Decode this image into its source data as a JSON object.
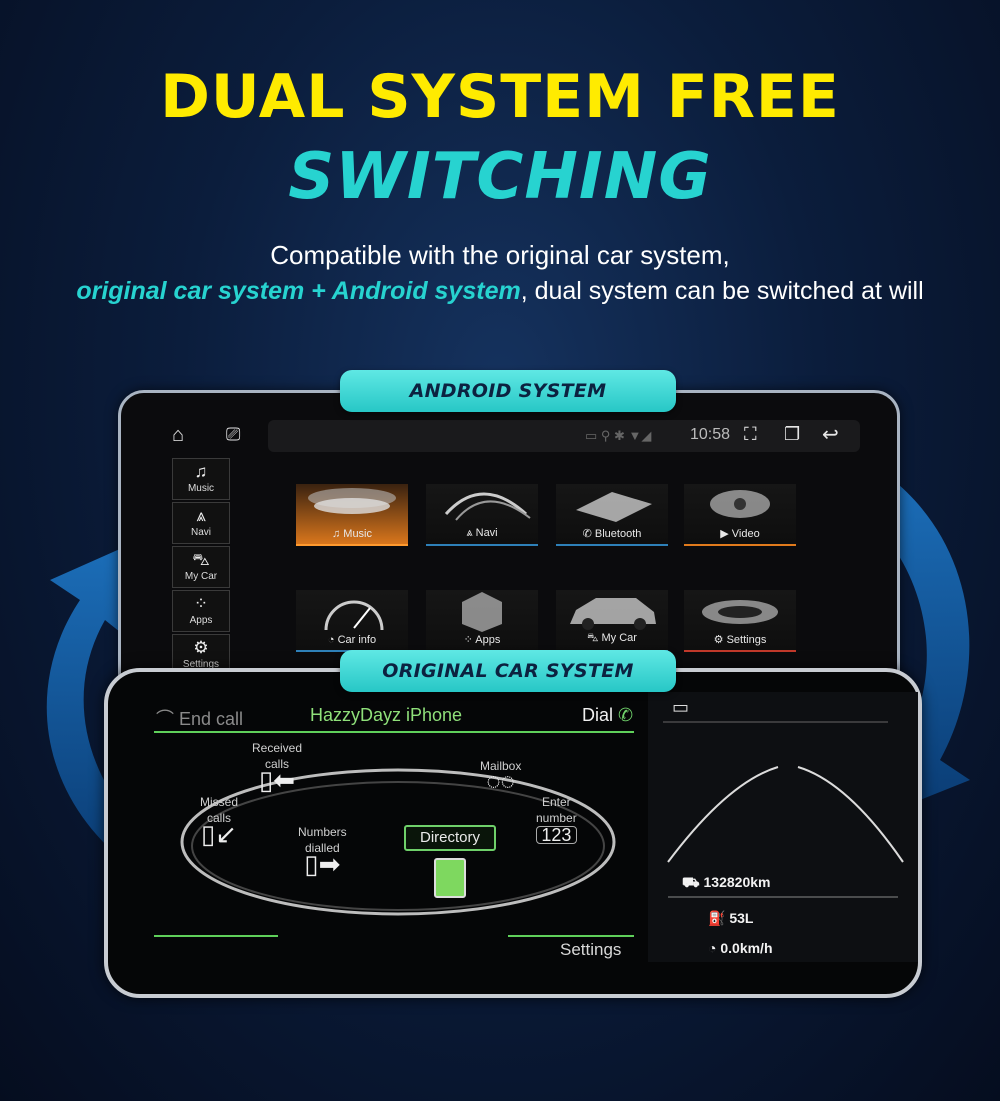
{
  "headline": {
    "line1": "DUAL SYSTEM FREE",
    "line2": "SWITCHING"
  },
  "subtitle": {
    "line1": "Compatible with the original car system,",
    "line2_highlight": "original car system + Android system",
    "line2_rest": ", dual system can be switched at will"
  },
  "badges": {
    "android": "ANDROID SYSTEM",
    "original": "ORIGINAL CAR SYSTEM"
  },
  "android": {
    "status_time": "10:58",
    "icons": [
      "home-icon",
      "cast-icon",
      "screenshot-icon",
      "recent-apps-icon",
      "back-icon"
    ],
    "sidebar": [
      {
        "label": "Music",
        "icon": "music-note-icon"
      },
      {
        "label": "Navi",
        "icon": "navigation-icon"
      },
      {
        "label": "My Car",
        "icon": "car-icon"
      },
      {
        "label": "Apps",
        "icon": "apps-grid-icon"
      },
      {
        "label": "Settings",
        "icon": "gear-icon"
      }
    ],
    "tiles": [
      {
        "label": "Music",
        "icon": "music-note-icon",
        "active": true
      },
      {
        "label": "Navi",
        "icon": "navigation-icon"
      },
      {
        "label": "Bluetooth",
        "icon": "phone-icon"
      },
      {
        "label": "Video",
        "icon": "play-icon"
      },
      {
        "label": "Car info",
        "icon": "speedometer-icon"
      },
      {
        "label": "Apps",
        "icon": "apps-grid-icon"
      },
      {
        "label": "My Car",
        "icon": "car-icon"
      },
      {
        "label": "Settings",
        "icon": "gear-icon"
      }
    ],
    "accent_color": "#ff9a2e"
  },
  "original": {
    "end_call": "End call",
    "phone_name": "HazzyDayz iPhone",
    "dial": "Dial",
    "received_calls": [
      "Received",
      "calls"
    ],
    "missed_calls": [
      "Missed",
      "calls"
    ],
    "numbers_dialled": [
      "Numbers",
      "dialled"
    ],
    "mailbox": "Mailbox",
    "enter_number": [
      "Enter",
      "number"
    ],
    "enter_number_value": "123",
    "directory": "Directory",
    "settings": "Settings",
    "odometer": "132820km",
    "fuel": "53L",
    "speed": "0.0km/h",
    "accent_color": "#6fd06a"
  },
  "colors": {
    "yellow": "#ffeb00",
    "teal": "#27d3d0",
    "background": "#0b1d3c"
  }
}
